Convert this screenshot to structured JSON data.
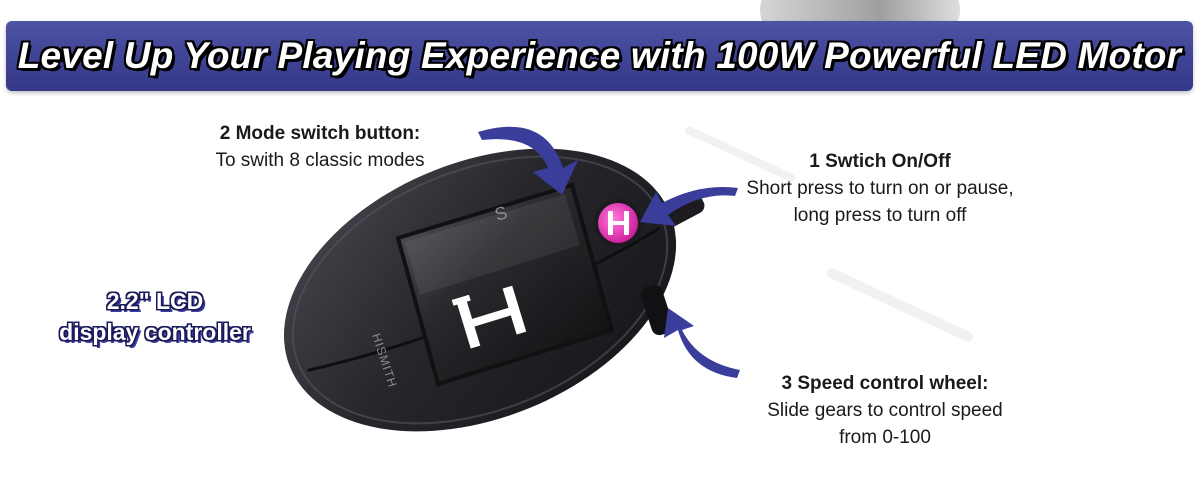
{
  "banner": {
    "title": "Level Up Your Playing Experience with 100W Powerful LED Motor"
  },
  "lcd_label": {
    "line1": "2.2\" LCD",
    "line2": "display controller"
  },
  "callouts": {
    "mode_switch": {
      "heading": "2 Mode switch button:",
      "text": "To swith 8 classic modes"
    },
    "power_switch": {
      "heading": "1 Swtich On/Off",
      "line1": "Short press to turn on or pause,",
      "line2": "long press to turn off"
    },
    "speed_wheel": {
      "heading": "3 Speed control wheel:",
      "line1": "Slide gears to control speed",
      "line2": "from 0-100"
    }
  },
  "device": {
    "brand": "HISMITH",
    "screen_letter": "S",
    "icons": [
      "logo-button-icon",
      "arrow-icon"
    ]
  },
  "colors": {
    "banner": "#3f4396",
    "arrow": "#3a3e9a",
    "device_body": "#2a2a30",
    "button_pink": "#e83fbf"
  }
}
